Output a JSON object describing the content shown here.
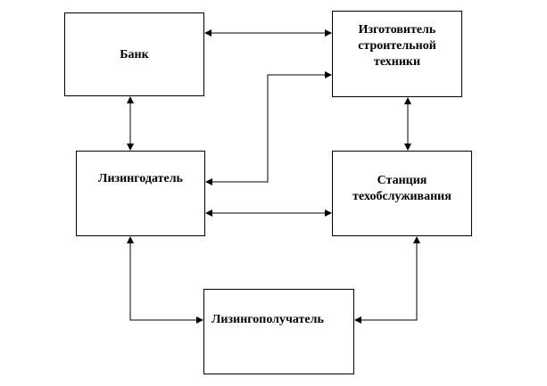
{
  "nodes": {
    "bank": {
      "label": "Банк"
    },
    "maker": {
      "lines": [
        "Изготовитель",
        "строительной",
        "техники"
      ]
    },
    "lessor": {
      "label": "Лизингодатель"
    },
    "station": {
      "lines": [
        "Станция",
        "техобслуживания"
      ]
    },
    "lessee": {
      "label": "Лизингополучатель"
    }
  },
  "edges": [
    {
      "from": "bank",
      "to": "maker",
      "style": "bidirectional"
    },
    {
      "from": "bank",
      "to": "lessor",
      "style": "bidirectional"
    },
    {
      "from": "maker",
      "to": "station",
      "style": "bidirectional"
    },
    {
      "from": "maker",
      "to": "lessor",
      "style": "directed-to-both-ends"
    },
    {
      "from": "lessor",
      "to": "station",
      "style": "bidirectional"
    },
    {
      "from": "lessor",
      "to": "lessee",
      "style": "bidirectional"
    },
    {
      "from": "station",
      "to": "lessee",
      "style": "bidirectional"
    }
  ],
  "colors": {
    "stroke": "#000000",
    "background": "#ffffff"
  }
}
